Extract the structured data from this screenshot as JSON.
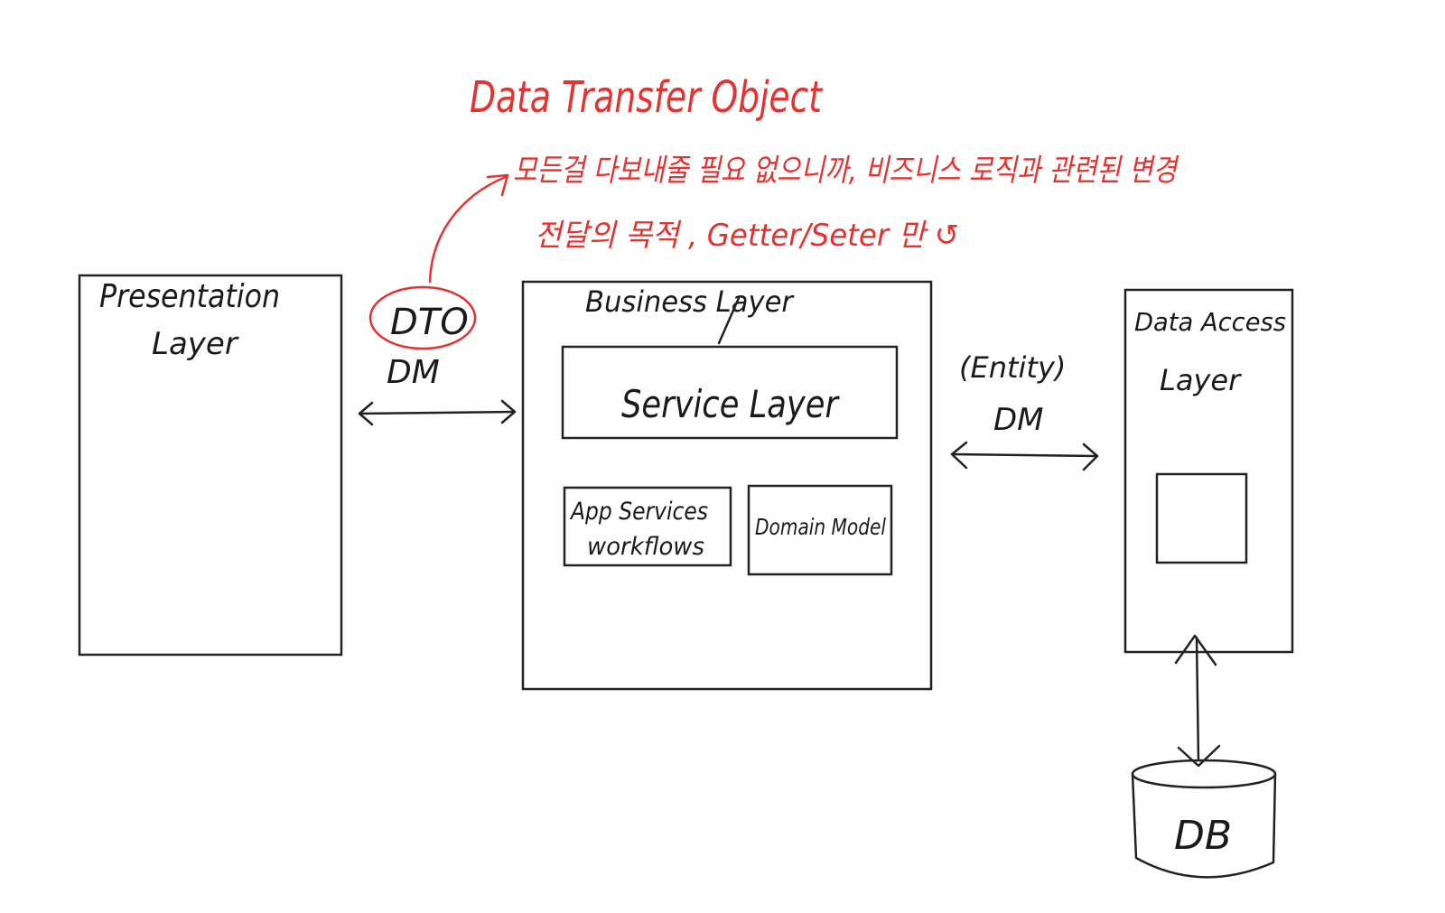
{
  "presentation": {
    "line1": "Presentation",
    "line2": "Layer"
  },
  "business": {
    "title": "Business Layer",
    "service": "Service Layer",
    "app_services_line1": "App Services",
    "app_services_line2": "workflows",
    "domain_model": "Domain Model"
  },
  "data_access": {
    "line1": "Data Access",
    "line2": "Layer"
  },
  "db": {
    "label": "DB"
  },
  "left_link": {
    "dto": "DTO",
    "dm": "DM"
  },
  "right_link": {
    "entity": "(Entity)",
    "dm": "DM"
  },
  "annotation": {
    "title": "Data Transfer Object",
    "line1": "모든걸 다보내줄 필요 없으니까, 비즈니스 로직과 관련된 변경",
    "line2": "전달의 목적 , Getter/Seter 만 ↺"
  },
  "colors": {
    "ink": "#222222",
    "accent": "#e8302f",
    "background": "#ffffff"
  }
}
